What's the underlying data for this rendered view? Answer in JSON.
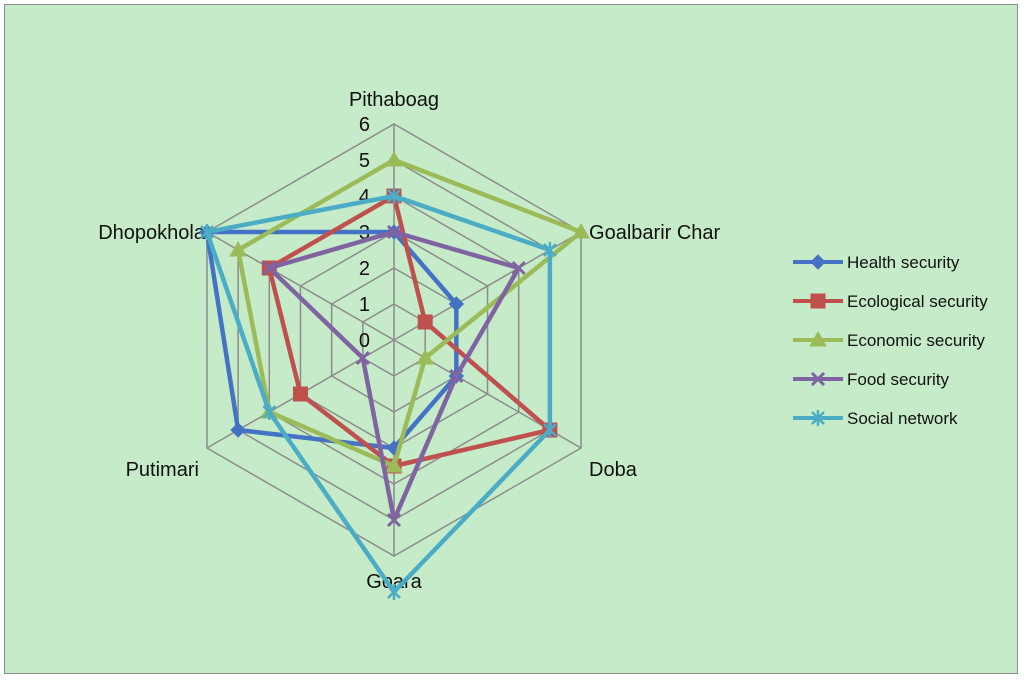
{
  "colors": {
    "background": "#c6ebc9",
    "frame": "#8c8c8c",
    "grid": "#8c8c8c"
  },
  "chart_data": {
    "type": "radar",
    "categories": [
      "Pithaboag",
      "Goalbarir Char",
      "Doba",
      "Goara",
      "Putimari",
      "Dhopokhola"
    ],
    "rlim": [
      0,
      6
    ],
    "ticks": [
      0,
      1,
      2,
      3,
      4,
      5,
      6
    ],
    "grid": true,
    "legend_position": "right",
    "series": [
      {
        "name": "Health security",
        "color": "#4472c4",
        "marker": "diamond",
        "values": [
          3,
          2,
          2,
          3,
          5,
          6
        ]
      },
      {
        "name": "Ecological security",
        "color": "#c0504d",
        "marker": "square",
        "values": [
          4,
          1,
          5,
          3.5,
          3,
          4
        ]
      },
      {
        "name": "Economic security",
        "color": "#9bbb59",
        "marker": "triangle",
        "values": [
          5,
          6,
          1,
          3.5,
          4,
          5
        ]
      },
      {
        "name": "Food security",
        "color": "#8064a2",
        "marker": "x",
        "values": [
          3,
          4,
          2,
          5,
          1,
          4
        ]
      },
      {
        "name": "Social network",
        "color": "#4bacc6",
        "marker": "star",
        "values": [
          4,
          5,
          5,
          7,
          4,
          6
        ]
      }
    ]
  }
}
